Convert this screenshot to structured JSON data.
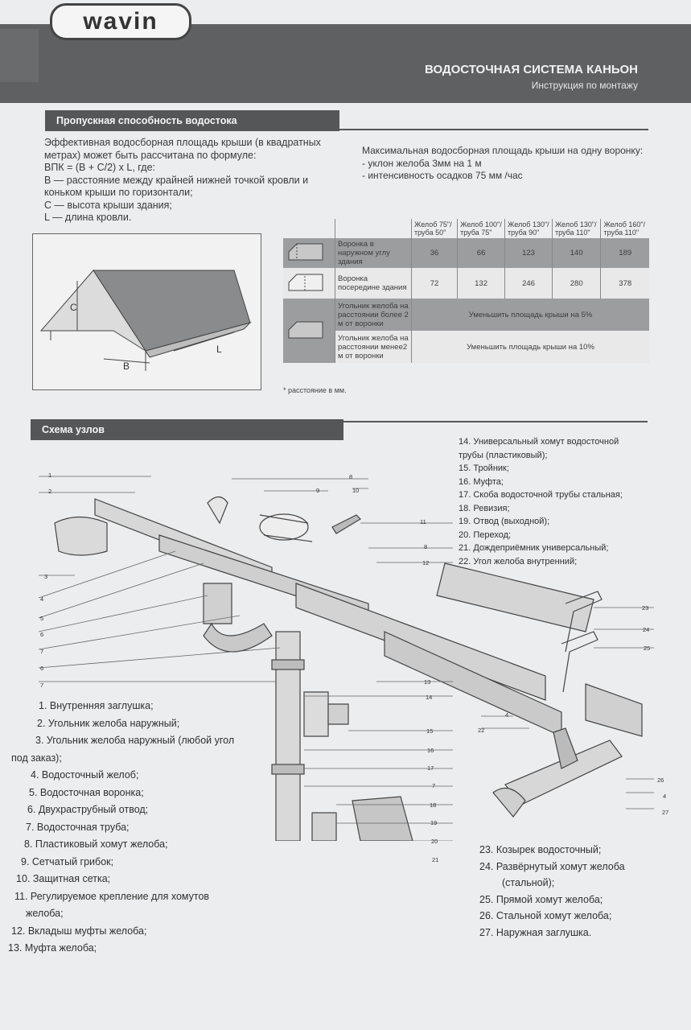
{
  "header": {
    "logo": "wavin",
    "title": "ВОДОСТОЧНАЯ СИСТЕМА КАНЬОН",
    "subtitle": "Инструкция по монтажу"
  },
  "capacity_section": {
    "heading": "Пропускная способность водостока",
    "formula_lines": [
      "Эффективная водосборная площадь крыши (в квадратных",
      "метрах) может быть рассчитана по формуле:",
      "ВПК = (B + C/2) x L, где:",
      "B — расстояние между крайней нижней точкой кровли и",
      "коньком крыши по горизонтали;",
      "C — высота крыши здания;",
      "L — длина кровли."
    ],
    "conditions_lines": [
      "Максимальная водосборная площадь крыши на одну воронку:",
      "- уклон желоба 3мм на 1 м",
      "- интенсивность осадков 75 мм /час"
    ],
    "diagram_labels": {
      "c": "C",
      "b": "B",
      "l": "L"
    },
    "table": {
      "headers": [
        "Желоб 75\"/ труба 50\"",
        "Желоб 100\"/ труба 75\"",
        "Желоб 130\"/ труба 90\"",
        "Желоб 130\"/ труба 110\"",
        "Желоб 160\"/ труба 110\""
      ],
      "rows": [
        {
          "label": "Воронка в наружном углу здания",
          "values": [
            "36",
            "66",
            "123",
            "140",
            "189"
          ]
        },
        {
          "label": "Воронка посередине здания",
          "values": [
            "72",
            "132",
            "246",
            "280",
            "378"
          ]
        },
        {
          "label": "Угольник желоба на расстоянии более 2 м от воронки",
          "note": "Уменьшить площадь крыши на 5%"
        },
        {
          "label": "Угольник желоба на расстоянии менее2 м от воронки",
          "note": "Уменьшить площадь крыши на 10%"
        }
      ],
      "footnote": "* расстояние в мм."
    }
  },
  "nodes_section": {
    "heading": "Схема узлов",
    "left_list": [
      "1.  Внутренняя заглушка;",
      "2.  Угольник желоба наружный;",
      "3.  Угольник желоба наружный (любой угол",
      "под заказ);",
      "4.  Водосточный желоб;",
      "5.  Водосточная воронка;",
      "6.  Двухраструбный отвод;",
      "7.  Водосточная труба;",
      "8.  Пластиковый хомут желоба;",
      "9.  Сетчатый грибок;",
      "10.  Защитная сетка;",
      "11.  Регулируемое крепление для хомутов",
      "желоба;",
      "12.  Вкладыш муфты желоба;",
      "13.  Муфта желоба;"
    ],
    "right_list_top": [
      "14.  Универсальный хомут водосточной",
      "трубы (пластиковый);",
      "15.  Тройник;",
      "16.  Муфта;",
      "17.  Скоба водосточной трубы стальная;",
      "18.  Ревизия;",
      "19.  Отвод (выходной);",
      "20.  Переход;",
      "21. Дождеприёмник универсальный;",
      "22.  Угол желоба внутренний;"
    ],
    "right_list_bottom": [
      "23.  Козырек водосточный;",
      "24.  Развёрнутый хомут желоба",
      "(стальной);",
      "25.  Прямой хомут желоба;",
      "26.  Стальной хомут желоба;",
      "27.  Наружная заглушка."
    ],
    "callouts_left": [
      "1",
      "2",
      "3",
      "4",
      "5",
      "6",
      "7",
      "6",
      "7"
    ],
    "callouts_mid": [
      "8",
      "9",
      "10",
      "11",
      "8",
      "12",
      "13",
      "14",
      "15",
      "16",
      "17",
      "7",
      "18",
      "19",
      "20",
      "21"
    ],
    "callouts_right": [
      "23",
      "24",
      "25",
      "4",
      "22",
      "26",
      "4",
      "27"
    ]
  }
}
